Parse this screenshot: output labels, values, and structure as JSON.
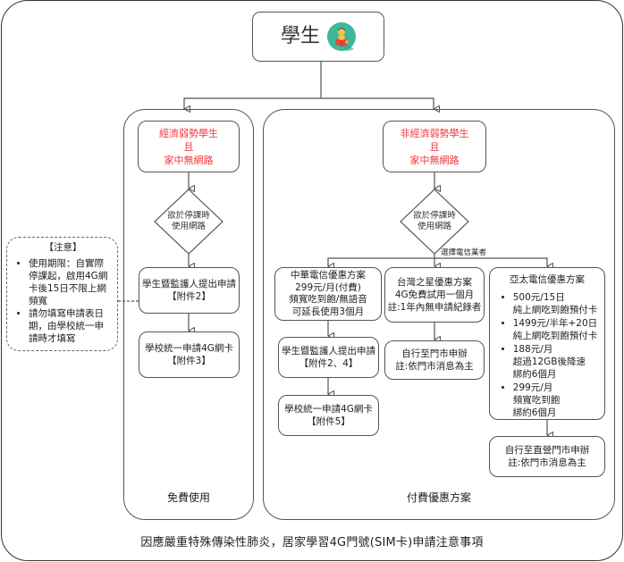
{
  "title_node": {
    "label": "學生",
    "icon": "student-reading-icon",
    "icon_colors": {
      "bg": "#3cb89a",
      "book": "#e8473b",
      "skin": "#f5c14a"
    }
  },
  "free_branch": {
    "condition_lines": [
      "經濟弱勢學生",
      "且",
      "家中無網路"
    ],
    "decision_lines": [
      "欲於停課時",
      "使用網路"
    ],
    "step1_lines": [
      "學生暨監護人提出申請",
      "【附件2】"
    ],
    "step2_lines": [
      "學校統一申請4G網卡",
      "【附件3】"
    ],
    "lane_label": "免費使用"
  },
  "note": {
    "title": "【注意】",
    "items": [
      "使用期限：自實際停課起，啟用4G網卡後15日不限上網頻寬",
      "請勿填寫申請表日期，由學校統一申請時才填寫"
    ]
  },
  "paid_branch": {
    "condition_lines": [
      "非經濟弱勢學生",
      "且",
      "家中無網路"
    ],
    "decision_lines": [
      "欲於停課時",
      "使用網路"
    ],
    "choose_label": "選擇電信業者",
    "cht": {
      "plan_lines": [
        "中華電信優惠方案",
        "299元/月(付費)",
        "頻寬吃到飽/無語音",
        "可延長使用3個月"
      ],
      "step1_lines": [
        "學生暨監護人提出申請",
        "【附件2、4】"
      ],
      "step2_lines": [
        "學校統一申請4G網卡",
        "【附件5】"
      ]
    },
    "tstar": {
      "plan_lines": [
        "台灣之星優惠方案",
        "4G免費試用一個月",
        "註:1年內無申請紀錄者"
      ],
      "step_lines": [
        "自行至門市申辦",
        "註:依門市消息為主"
      ]
    },
    "aptg": {
      "title": "亞太電信優惠方案",
      "items": [
        [
          "500元/15日",
          "純上網吃到飽預付卡"
        ],
        [
          "1499元/半年+20日",
          "純上網吃到飽預付卡"
        ],
        [
          "188元/月",
          "超過12GB後降速",
          "綁約6個月"
        ],
        [
          "299元/月",
          "頻寬吃到飽",
          "綁約6個月"
        ]
      ],
      "step_lines": [
        "自行至直營門市申辦",
        "註:依門市消息為主"
      ]
    },
    "lane_label": "付費優惠方案"
  },
  "footer": {
    "title": "因應嚴重特殊傳染性肺炎，居家學習4G門號(SIM卡)申請注意事項"
  },
  "colors": {
    "condition_red": "#f2353b",
    "line": "#555555"
  }
}
